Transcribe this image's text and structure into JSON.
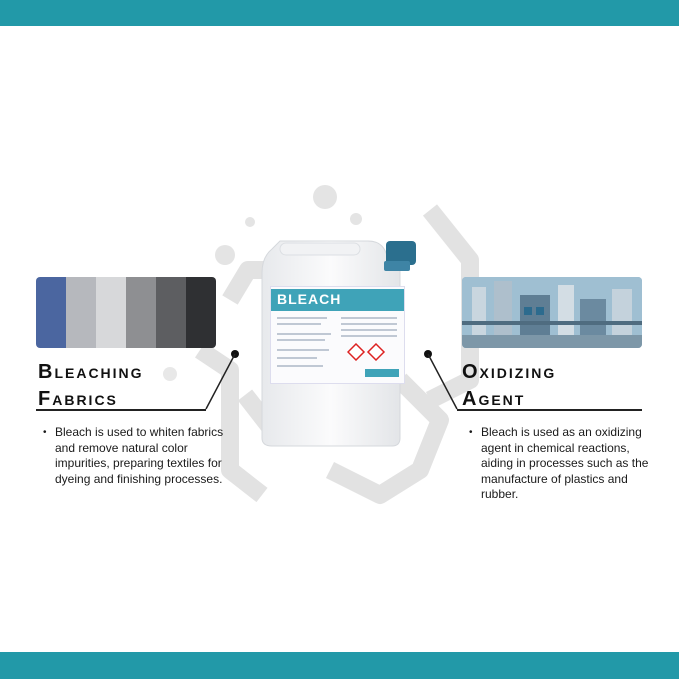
{
  "colors": {
    "accent": "#2299a8",
    "text": "#1a1a1a",
    "decor": "#e2e2e2"
  },
  "left_panel": {
    "title_line1": "Bleaching",
    "title_line2": "Fabrics",
    "bullet": "Bleach is used to whiten fabrics and remove natural color impurities, preparing textiles for dyeing and finishing processes."
  },
  "right_panel": {
    "title_line1": "Oxidizing",
    "title_line2": "Agent",
    "bullet": "Bleach is used as an oxidizing agent in chemical reactions, aiding in processes such as the manufacture of plastics and rubber."
  },
  "product": {
    "label_title": "BLEACH"
  }
}
